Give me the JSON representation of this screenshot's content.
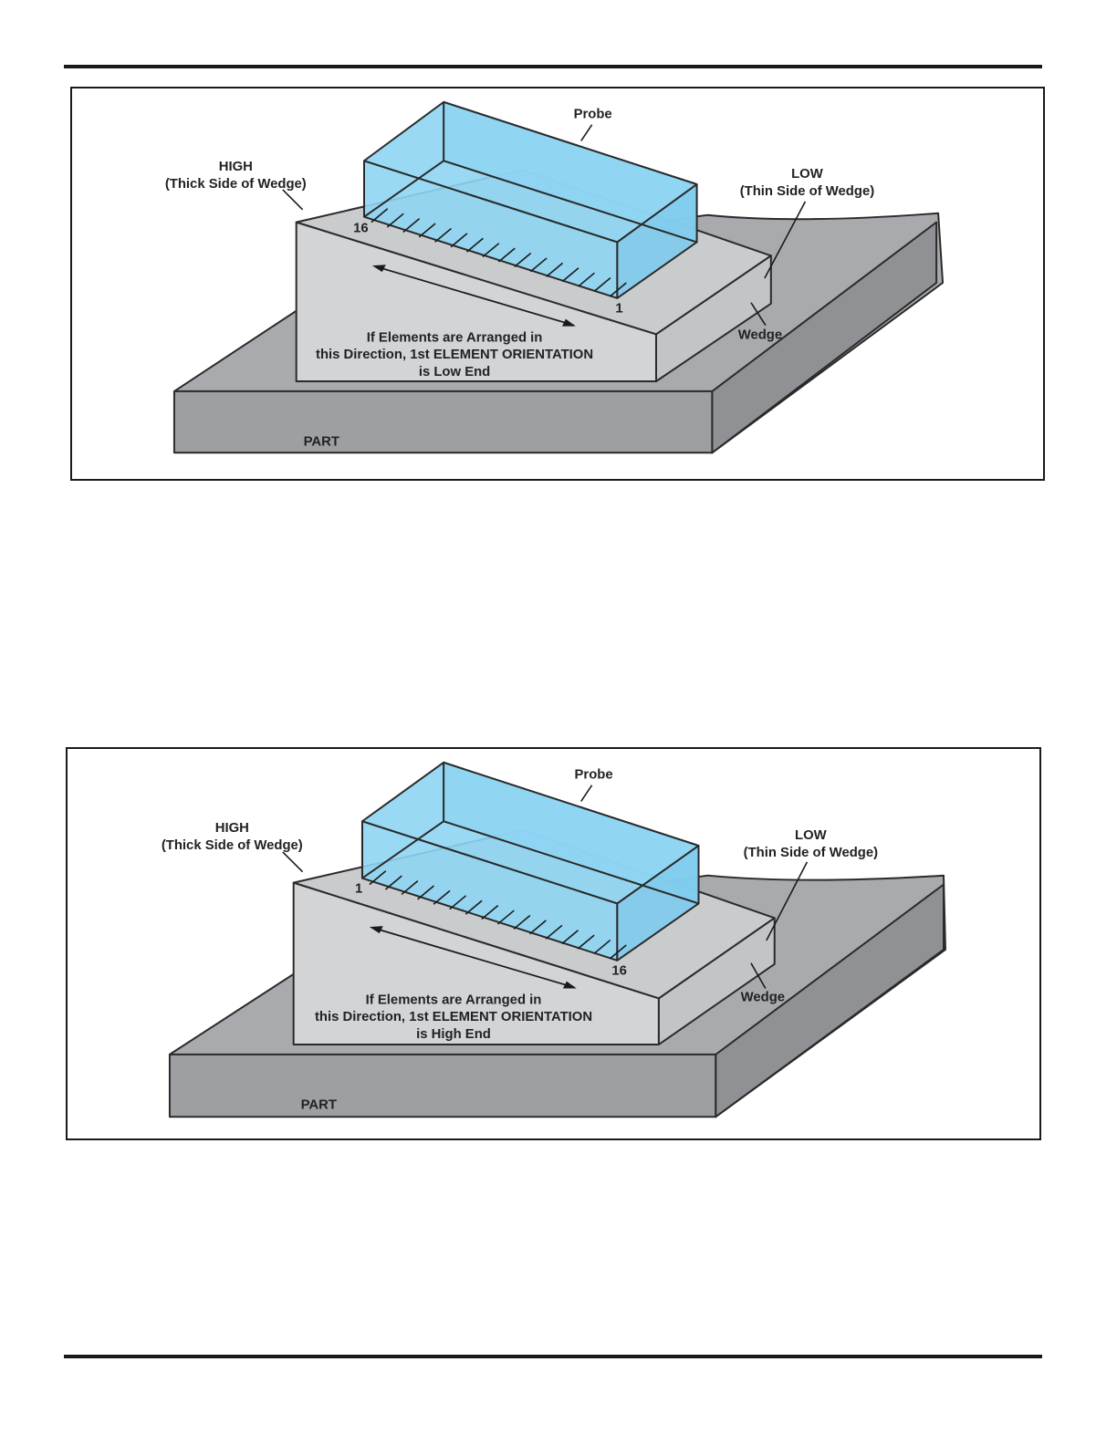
{
  "figures": [
    {
      "probe_label": "Probe",
      "high_label": "HIGH",
      "high_sub": "(Thick Side of Wedge)",
      "low_label": "LOW",
      "low_sub": "(Thin Side of Wedge)",
      "wedge_label": "Wedge",
      "part_label": "PART",
      "element_left": "16",
      "element_right": "1",
      "caption_line1": "If Elements are Arranged in",
      "caption_line2": "this Direction, 1st ELEMENT ORIENTATION",
      "caption_line3": "is Low End"
    },
    {
      "probe_label": "Probe",
      "high_label": "HIGH",
      "high_sub": "(Thick Side of Wedge)",
      "low_label": "LOW",
      "low_sub": "(Thin Side of Wedge)",
      "wedge_label": "Wedge",
      "part_label": "PART",
      "element_left": "1",
      "element_right": "16",
      "caption_line1": "If Elements are Arranged in",
      "caption_line2": "this Direction, 1st ELEMENT ORIENTATION",
      "caption_line3": "is High End"
    }
  ],
  "colors": {
    "part_face": "#9d9fa2",
    "part_top": "#a8aaad",
    "wedge_face": "#d2d4d6",
    "wedge_top": "#c9cbcd",
    "probe_fill": "#8ed5f3",
    "outline": "#2a2a2a"
  }
}
